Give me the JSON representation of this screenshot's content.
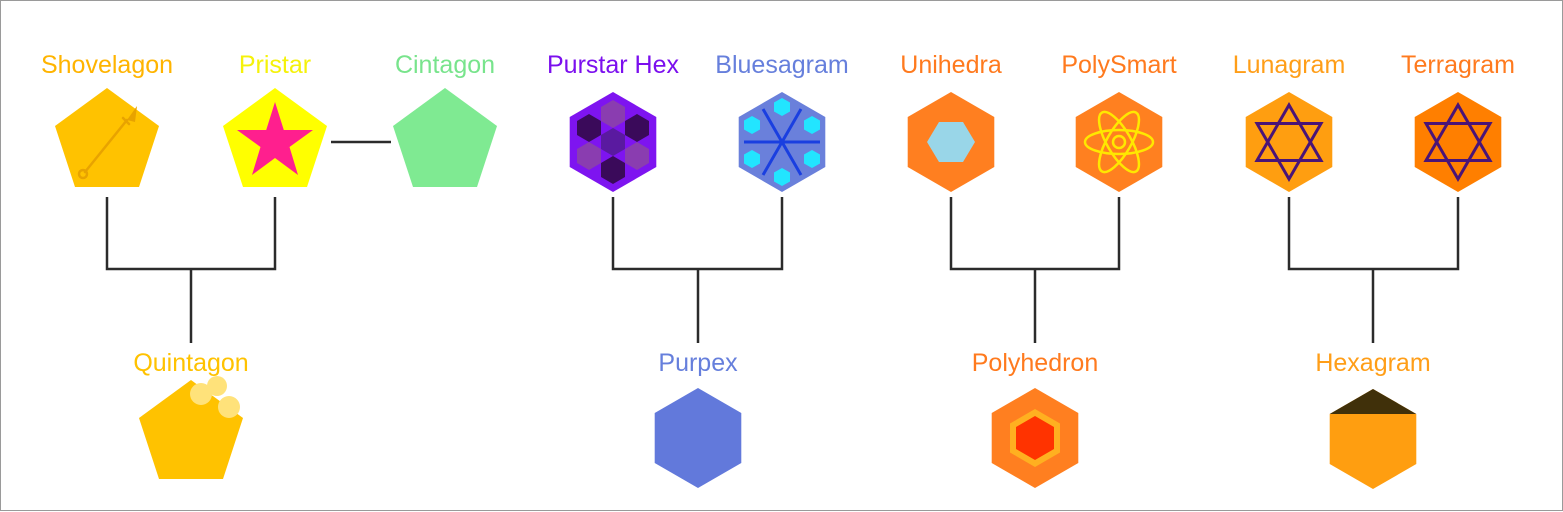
{
  "shapes": {
    "shovelagon": {
      "label": "Shovelagon",
      "color": "#FFC200",
      "icon": "shovel-icon"
    },
    "pristar": {
      "label": "Pristar",
      "color": "#FFFF00",
      "accent": "#FF1F8E",
      "icon": "star-icon"
    },
    "cintagon": {
      "label": "Cintagon",
      "color": "#7FEA92"
    },
    "purstar_hex": {
      "label": "Purstar Hex",
      "color": "#7E14F0",
      "icon": "hexagon-pattern-icon"
    },
    "bluesagram": {
      "label": "Bluesagram",
      "color": "#6A80DB",
      "accent": "#22E5FF",
      "icon": "snowflake-icon"
    },
    "unihedra": {
      "label": "Unihedra",
      "color": "#FF7F20",
      "accent": "#99D6E8",
      "icon": "inner-hexagon-icon"
    },
    "polysmart": {
      "label": "PolySmart",
      "color": "#FF8020",
      "accent": "#FFE800",
      "icon": "atom-icon"
    },
    "lunagram": {
      "label": "Lunagram",
      "color": "#FF9E10",
      "accent": "#4A1477",
      "icon": "star-of-david-icon"
    },
    "terragram": {
      "label": "Terragram",
      "color": "#FF7F00",
      "accent": "#4A1477",
      "icon": "star-of-david-icon"
    },
    "quintagon": {
      "label": "Quintagon",
      "color": "#FFC200",
      "accent": "#FFE27A",
      "icon": "bubbles-icon"
    },
    "purpex": {
      "label": "Purpex",
      "color": "#6279DB"
    },
    "polyhedron": {
      "label": "Polyhedron",
      "color": "#FF7F20",
      "accent": "#FF3300",
      "icon": "nested-hexagon-icon"
    },
    "hexagram": {
      "label": "Hexagram",
      "color": "#FF9E10",
      "accent": "#40300A",
      "icon": "cap-icon"
    }
  },
  "label_colors": {
    "shovelagon": "#FFB400",
    "pristar": "#F5F20A",
    "cintagon": "#78E48C",
    "purstar_hex": "#7B0FEE",
    "bluesagram": "#667FDC",
    "unihedra": "#FF7A1E",
    "polysmart": "#FF7A1E",
    "lunagram": "#FF9E18",
    "terragram": "#FF7A1E",
    "quintagon": "#FFC200",
    "purpex": "#667FDC",
    "polyhedron": "#FF7A1E",
    "hexagram": "#FF9E18"
  }
}
